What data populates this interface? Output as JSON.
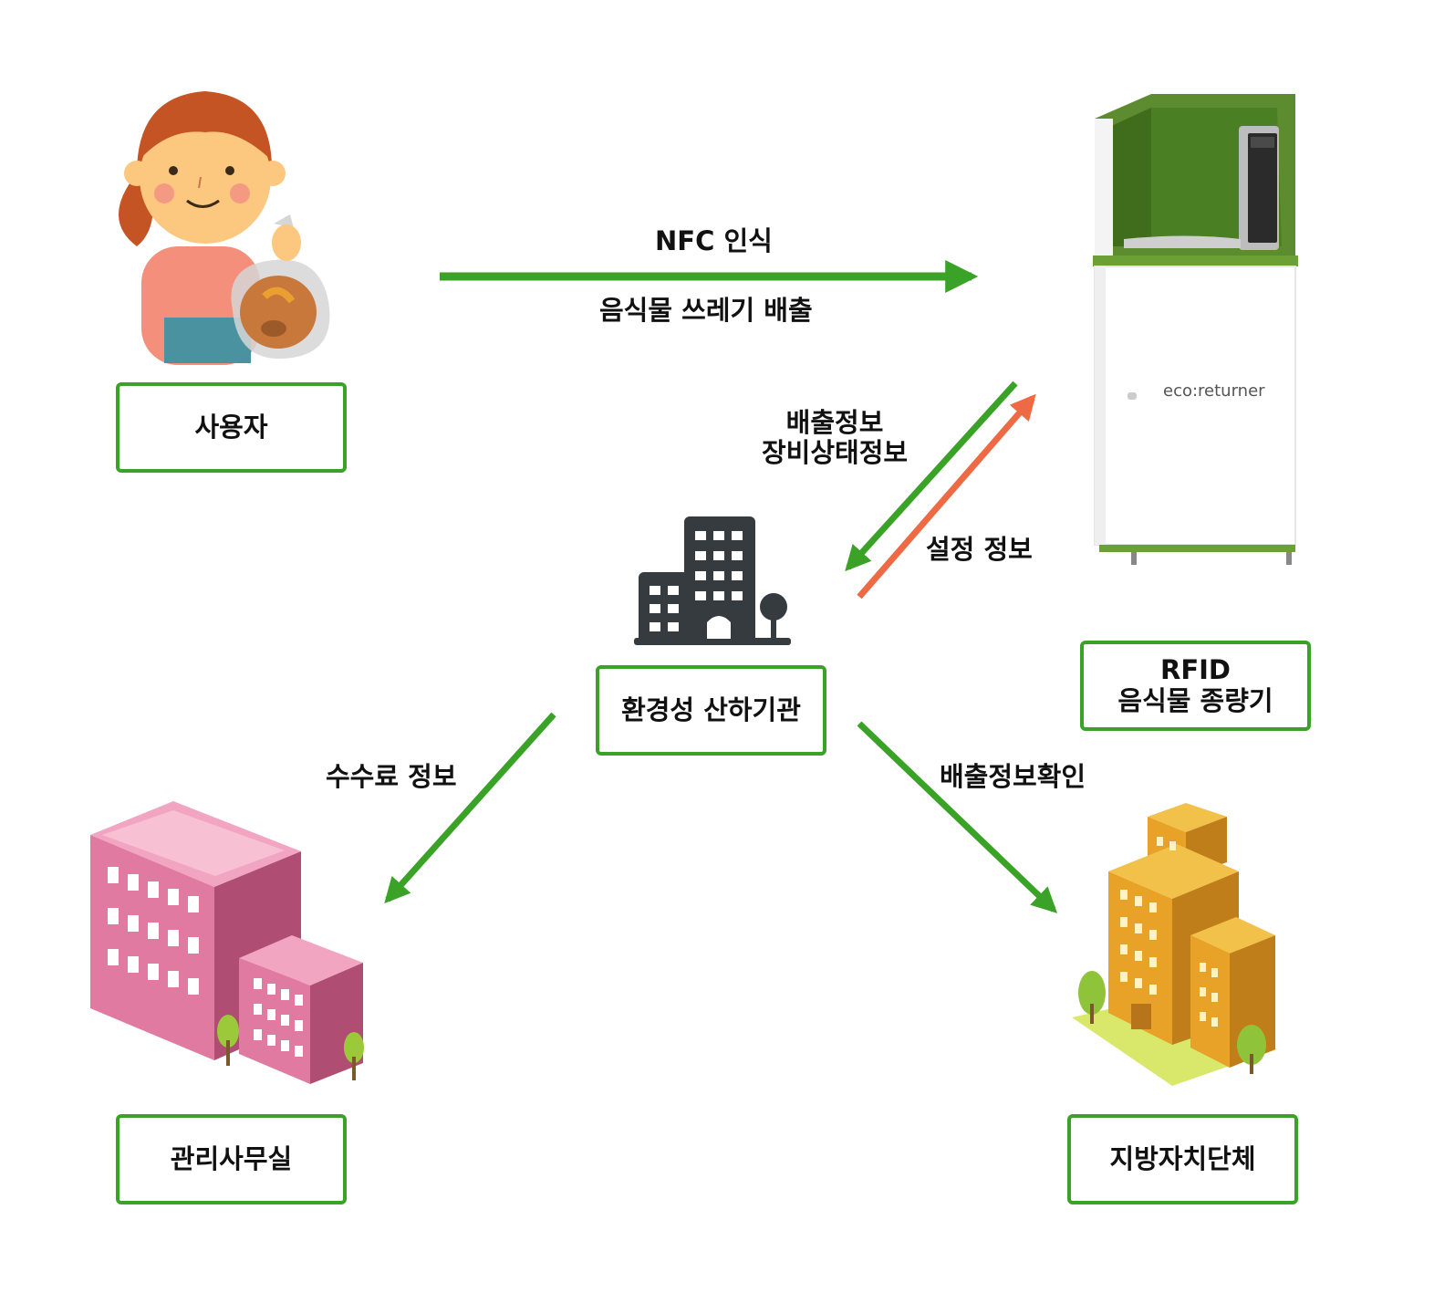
{
  "nodes": {
    "user": "사용자",
    "rfid_title": "RFID",
    "rfid_subtitle": "음식물 종량기",
    "agency": "환경성 산하기관",
    "office": "관리사무실",
    "local_gov": "지방자치단체"
  },
  "edges": {
    "nfc": "NFC 인식",
    "discharge": "음식물 쓰레기 배출",
    "discharge_info": "배출정보",
    "device_status": "장비상태정보",
    "settings": "설정 정보",
    "fee": "수수료 정보",
    "discharge_check": "배출정보확인"
  },
  "device_brand": "eco:returner",
  "colors": {
    "green_accent": "#3aa327",
    "orange_arrow": "#ee6a45",
    "device_green": "#5c8c2f",
    "agency_icon": "#363b3f",
    "office_pink": "#e07aa0",
    "gov_orange": "#e8a227"
  }
}
